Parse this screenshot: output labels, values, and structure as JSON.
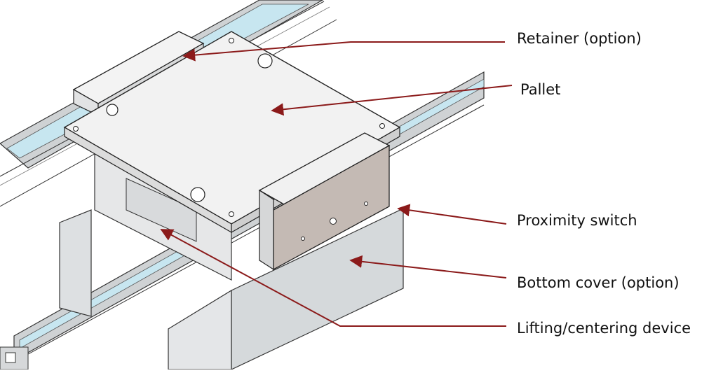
{
  "colors": {
    "leader": "#8b1a1a",
    "rail_stripe": "#c7e6f0",
    "rail_metal": "#cfd2d4",
    "part_outline": "#222222",
    "pallet_top": "#f2f2f2",
    "cover": "#dcdfe1",
    "switch_face": "#c4bab4"
  },
  "callouts": [
    {
      "id": "retainer",
      "text": "Retainer (option)"
    },
    {
      "id": "pallet",
      "text": "Pallet"
    },
    {
      "id": "proximity",
      "text": "Proximity switch"
    },
    {
      "id": "bottom-cover",
      "text": "Bottom cover (option)"
    },
    {
      "id": "lifting",
      "text": "Lifting/centering device"
    }
  ]
}
